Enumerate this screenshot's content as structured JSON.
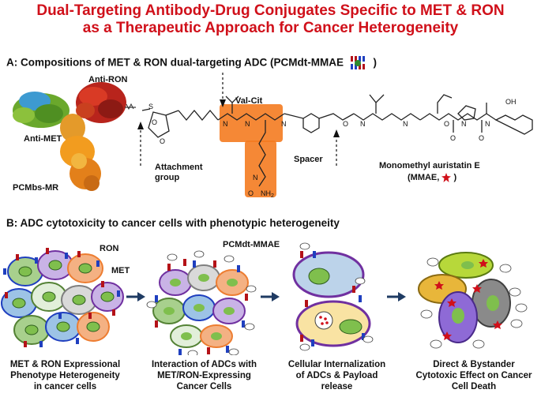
{
  "title": {
    "line1": "Dual-Targeting Antibody-Drug Conjugates Specific to MET & RON",
    "line2": "as a Therapeutic Approach for Cancer Heterogeneity"
  },
  "section_a": {
    "heading": "A: Compositions of MET & RON dual-targeting ADC (PCMdt-MMAE",
    "heading_close": ")",
    "anti_ron": "Anti-RON",
    "anti_met": "Anti-MET",
    "pcmbs": "PCMbs-MR",
    "val_cit": "Val-Cit",
    "attachment_line1": "Attachment",
    "attachment_line2": "group",
    "spacer": "Spacer",
    "mmae_name": "Monomethyl auristatin E",
    "mmae_abbrev_open": "(MMAE,",
    "mmae_abbrev_close": ")",
    "atoms": {
      "s": "S",
      "n": "N",
      "o": "O",
      "h": "H",
      "nh2": "NH",
      "two": "2",
      "oh": "OH"
    }
  },
  "section_b": {
    "heading": "B: ADC cytotoxicity to cancer cells with phenotypic heterogeneity",
    "ron": "RON",
    "met": "MET",
    "pcmdt": "PCMdt-MMAE",
    "captions": [
      {
        "l1": "MET & RON Expressional",
        "l2": "Phenotype Heterogeneity",
        "l3": "in cancer cells"
      },
      {
        "l1": "Interaction of ADCs with",
        "l2": "MET/RON-Expressing",
        "l3": "Cancer Cells"
      },
      {
        "l1": "Cellular Internalization",
        "l2": "of ADCs & Payload",
        "l3": "release"
      },
      {
        "l1": "Direct & Bystander",
        "l2": "Cytotoxic Effect on Cancer",
        "l3": "Cell Death"
      }
    ]
  },
  "colors": {
    "title": "#d0101a",
    "highlight": "#f47b20",
    "arrow": "#1f3b63",
    "met_receptor": "#1f3fbf",
    "ron_receptor": "#b41218",
    "payload": "#d0101a"
  }
}
